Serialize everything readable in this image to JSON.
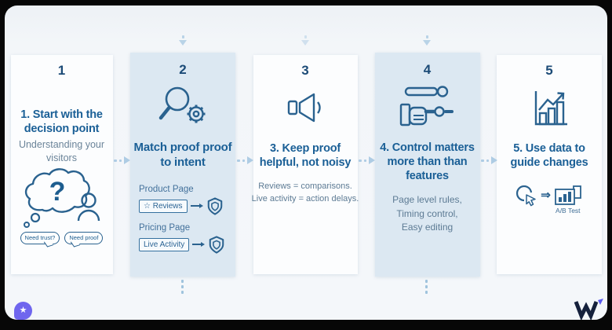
{
  "theme": {
    "frame": "#070707",
    "panel_bg": "#f4f7fa",
    "card_bg": "#fcfdfe",
    "highlight_card_bg": "#dce8f2",
    "heading_color": "#1a5f96",
    "number_color": "#1c4b77",
    "body_color": "#5d7b94",
    "icon_stroke": "#2a628f",
    "connector_color": "#aecce4",
    "accent_purple": "#6f66ee",
    "logo_navy": "#15213c"
  },
  "steps": [
    {
      "number": "1",
      "title": "1. Start with the decision point",
      "subtitle": "Understanding your visitors",
      "icon": "thought-cloud-question-icon",
      "bubbles": [
        "Need trust?",
        "Need proof"
      ]
    },
    {
      "number": "2",
      "title": "Match proof proof to intent",
      "icon": "magnifier-gear-icon",
      "rows": [
        {
          "label": "Product Page",
          "tag": "☆ Reviews"
        },
        {
          "label": "Pricing Page",
          "tag": "Live Activity"
        }
      ]
    },
    {
      "number": "3",
      "title": "3. Keep proof helpful, not noisy",
      "icon": "speaker-icon",
      "body": [
        "Reviews = comparisons.",
        "Live activity = action delays."
      ]
    },
    {
      "number": "4",
      "title": "4. Control matters more than than features",
      "icon": "hand-slider-icon",
      "body": [
        "Page level rules,",
        "Timing control,",
        "Easy editing"
      ]
    },
    {
      "number": "5",
      "title": "5. Use data to guide changes",
      "icon": "bar-chart-growth-icon",
      "ab_test_label": "A/B Test"
    }
  ],
  "footer": {
    "badge_icon": "star-badge-icon",
    "logo_icon": "w-logo-icon"
  }
}
